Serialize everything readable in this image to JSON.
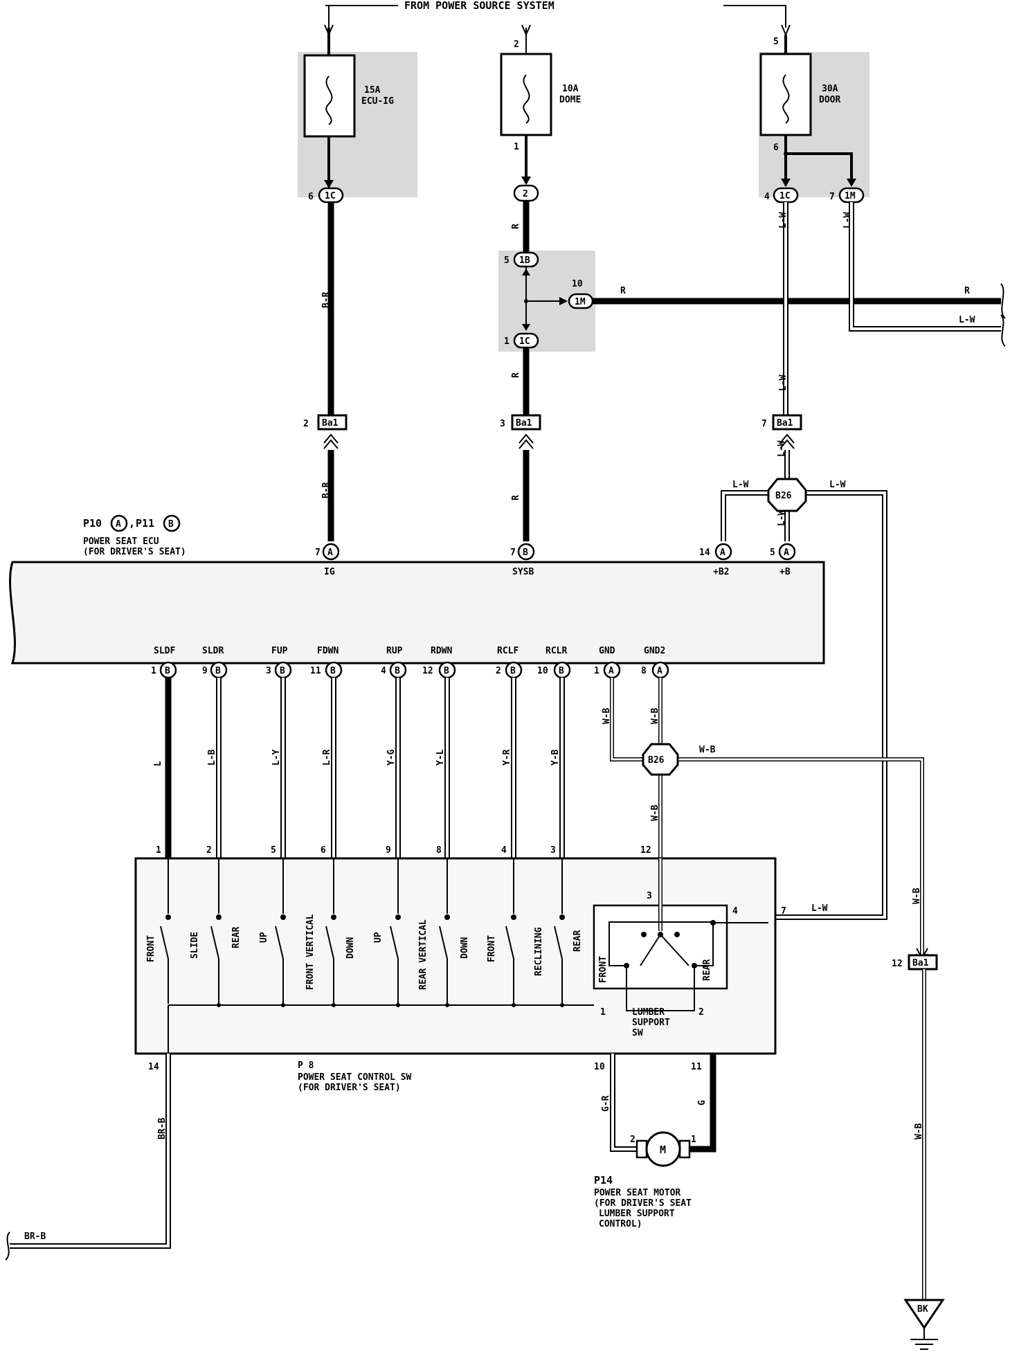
{
  "header": {
    "power_source": "FROM POWER SOURCE SYSTEM"
  },
  "fuses": [
    {
      "id": "fuse-ecu-ig",
      "rating": "15A",
      "name": "ECU-IG",
      "in_pin": "",
      "out_pin": ""
    },
    {
      "id": "fuse-dome",
      "rating": "10A",
      "name": "DOME",
      "in_pin": "2",
      "out_pin": "1"
    },
    {
      "id": "fuse-door",
      "rating": "30A",
      "name": "DOOR",
      "in_pin": "5",
      "out_pin": "6"
    }
  ],
  "junctions": {
    "ecu_ig": {
      "pin": "6",
      "code": "1C"
    },
    "dome_out": {
      "code": "2"
    },
    "dome_1b": {
      "pin": "5",
      "code": "1B"
    },
    "dome_1c": {
      "pin": "1",
      "code": "1C"
    },
    "dome_1m": {
      "pin": "10",
      "code": "1M"
    },
    "door_1c": {
      "pin": "4",
      "code": "1C"
    },
    "door_1m": {
      "pin": "7",
      "code": "1M"
    }
  },
  "connectors_ba1": [
    {
      "pin": "2",
      "code": "Ba1"
    },
    {
      "pin": "3",
      "code": "Ba1"
    },
    {
      "pin": "7",
      "code": "Ba1"
    },
    {
      "pin": "12",
      "code": "Ba1"
    }
  ],
  "splices": {
    "top": "B26",
    "bottom": "B26"
  },
  "ecu": {
    "ref_p10": "P10",
    "ref_p10_conn": "A",
    "ref_sep": ",",
    "ref_p11": "P11",
    "ref_p11_conn": "B",
    "name_line1": "POWER SEAT ECU",
    "name_line2": "(FOR DRIVER'S SEAT)",
    "top_pins": [
      {
        "pin": "7",
        "conn": "A",
        "name": "IG"
      },
      {
        "pin": "7",
        "conn": "B",
        "name": "SYSB"
      },
      {
        "pin": "14",
        "conn": "A",
        "name": "+B2"
      },
      {
        "pin": "5",
        "conn": "A",
        "name": "+B"
      }
    ],
    "bottom_pins": [
      {
        "pin": "1",
        "conn": "B",
        "name": "SLDF"
      },
      {
        "pin": "9",
        "conn": "B",
        "name": "SLDR"
      },
      {
        "pin": "3",
        "conn": "B",
        "name": "FUP"
      },
      {
        "pin": "11",
        "conn": "B",
        "name": "FDWN"
      },
      {
        "pin": "4",
        "conn": "B",
        "name": "RUP"
      },
      {
        "pin": "12",
        "conn": "B",
        "name": "RDWN"
      },
      {
        "pin": "2",
        "conn": "B",
        "name": "RCLF"
      },
      {
        "pin": "10",
        "conn": "B",
        "name": "RCLR"
      },
      {
        "pin": "1",
        "conn": "A",
        "name": "GND"
      },
      {
        "pin": "8",
        "conn": "A",
        "name": "GND2"
      }
    ]
  },
  "wire_colors": {
    "br": "B-R",
    "r": "R",
    "lw": "L-W",
    "l": "L",
    "lb": "L-B",
    "ly": "L-Y",
    "lr": "L-R",
    "yg": "Y-G",
    "yl": "Y-L",
    "yr": "Y-R",
    "yb": "Y-B",
    "wb": "W-B",
    "brb": "BR-B",
    "gr": "G-R",
    "g": "G"
  },
  "switch": {
    "ref": "P 8",
    "name_line1": "POWER SEAT CONTROL SW",
    "name_line2": "(FOR DRIVER'S SEAT)",
    "pins": [
      "1",
      "2",
      "5",
      "6",
      "9",
      "8",
      "4",
      "3",
      "12",
      "7",
      "14",
      "10",
      "11"
    ],
    "labels": {
      "front": "FRONT",
      "slide": "SLIDE",
      "rear": "REAR",
      "up": "UP",
      "front_vertical": "FRONT VERTICAL",
      "down": "DOWN",
      "rear_vertical": "REAR VERTICAL",
      "reclining": "RECLINING"
    },
    "lumbar": {
      "front": "FRONT",
      "rear": "REAR",
      "name_line1": "LUMBER",
      "name_line2": "SUPPORT",
      "name_line3": "SW",
      "pin_top": "3",
      "pin_right": "4",
      "pin_l": "1",
      "pin_r": "2"
    }
  },
  "motor": {
    "ref": "P14",
    "symbol": "M",
    "pin_l": "2",
    "pin_r": "1",
    "name_line1": "POWER SEAT MOTOR",
    "name_line2": "(FOR DRIVER'S SEAT",
    "name_line3": "LUMBER SUPPORT",
    "name_line4": "CONTROL)"
  },
  "ground": {
    "code": "BK"
  }
}
